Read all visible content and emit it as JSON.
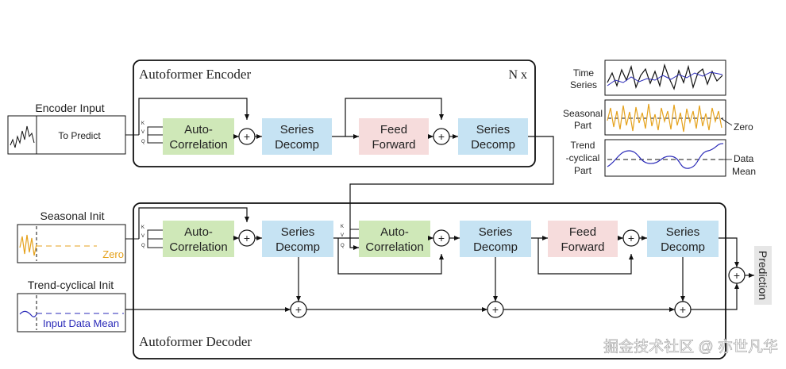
{
  "encoder": {
    "title": "Autoformer Encoder",
    "repeat": "N x",
    "input_title": "Encoder Input",
    "input_predict": "To Predict"
  },
  "decoder": {
    "title": "Autoformer Decoder",
    "seasonal_init": "Seasonal Init",
    "seasonal_zero": "Zero",
    "trend_init": "Trend-cyclical Init",
    "trend_mean": "Input Data Mean",
    "prediction": "Prediction"
  },
  "blocks": {
    "auto_corr_1": "Auto-",
    "auto_corr_2": "Correlation",
    "series_1": "Series",
    "series_2": "Decomp",
    "feed_1": "Feed",
    "feed_2": "Forward"
  },
  "kvq": [
    "K",
    "V",
    "Q"
  ],
  "plus": "+",
  "legend": {
    "time_1": "Time",
    "time_2": "Series",
    "seasonal_1": "Seasonal",
    "seasonal_2": "Part",
    "zero": "Zero",
    "trend_1": "Trend",
    "trend_2": "-cyclical",
    "trend_3": "Part",
    "data_1": "Data",
    "data_2": "Mean"
  },
  "watermark": "掘金技术社区 @ 亦世凡华",
  "colors": {
    "auto_correlation": "#cfe8b8",
    "series_decomp": "#c6e3f3",
    "feed_forward": "#f6dcdc",
    "seasonal_line": "#e5a21d",
    "trend_line": "#2929b8",
    "prediction_bg": "#e6e6e6"
  }
}
